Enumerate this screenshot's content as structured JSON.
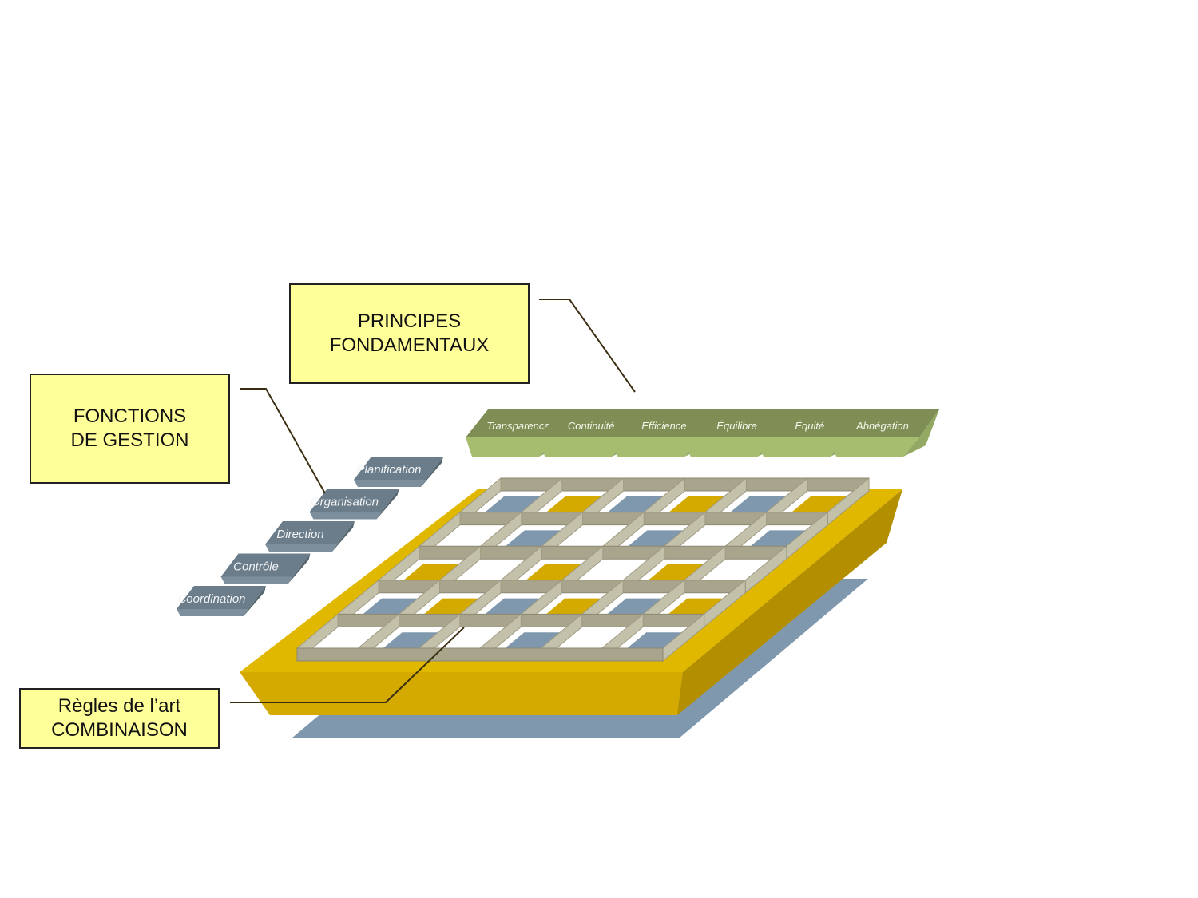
{
  "principes_box": {
    "line1": "PRINCIPES",
    "line2": "FONDAMENTAUX"
  },
  "fonctions_box": {
    "line1": "FONCTIONS",
    "line2": "DE GESTION"
  },
  "regles_box": {
    "line1": "Règles de l’art",
    "line2": "COMBINAISON"
  },
  "principes": [
    "Transparence",
    "Continuité",
    "Efficience",
    "Équilibre",
    "Équité",
    "Abnégation"
  ],
  "fonctions": [
    "Planification",
    "Organisation",
    "Direction",
    "Contrôle",
    "Coordination"
  ],
  "colors": {
    "label_fill": "#ffff99",
    "principe_tile": "#8a9a5b",
    "fonction_tile": "#6b7d8a",
    "tray_gold": "#d4aa00",
    "base_blue": "#7f98ad",
    "grid_beige": "#c4c1ab"
  }
}
